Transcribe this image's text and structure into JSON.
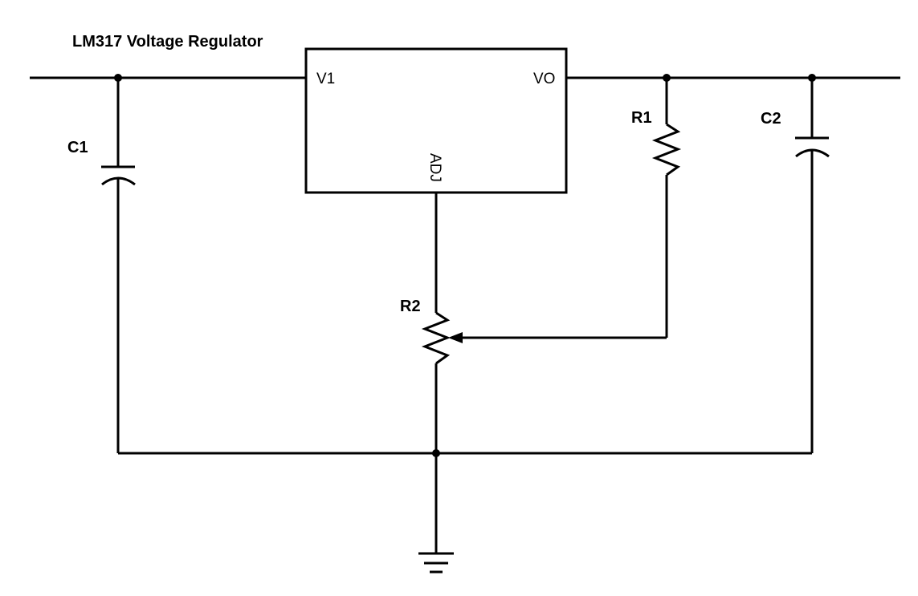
{
  "title": "LM317 Voltage Regulator",
  "regulator": {
    "pin_in": "V1",
    "pin_out": "VO",
    "pin_adj": "ADJ"
  },
  "components": {
    "c1": "C1",
    "c2": "C2",
    "r1": "R1",
    "r2": "R2"
  },
  "colors": {
    "stroke": "#000000",
    "background": "#ffffff"
  }
}
